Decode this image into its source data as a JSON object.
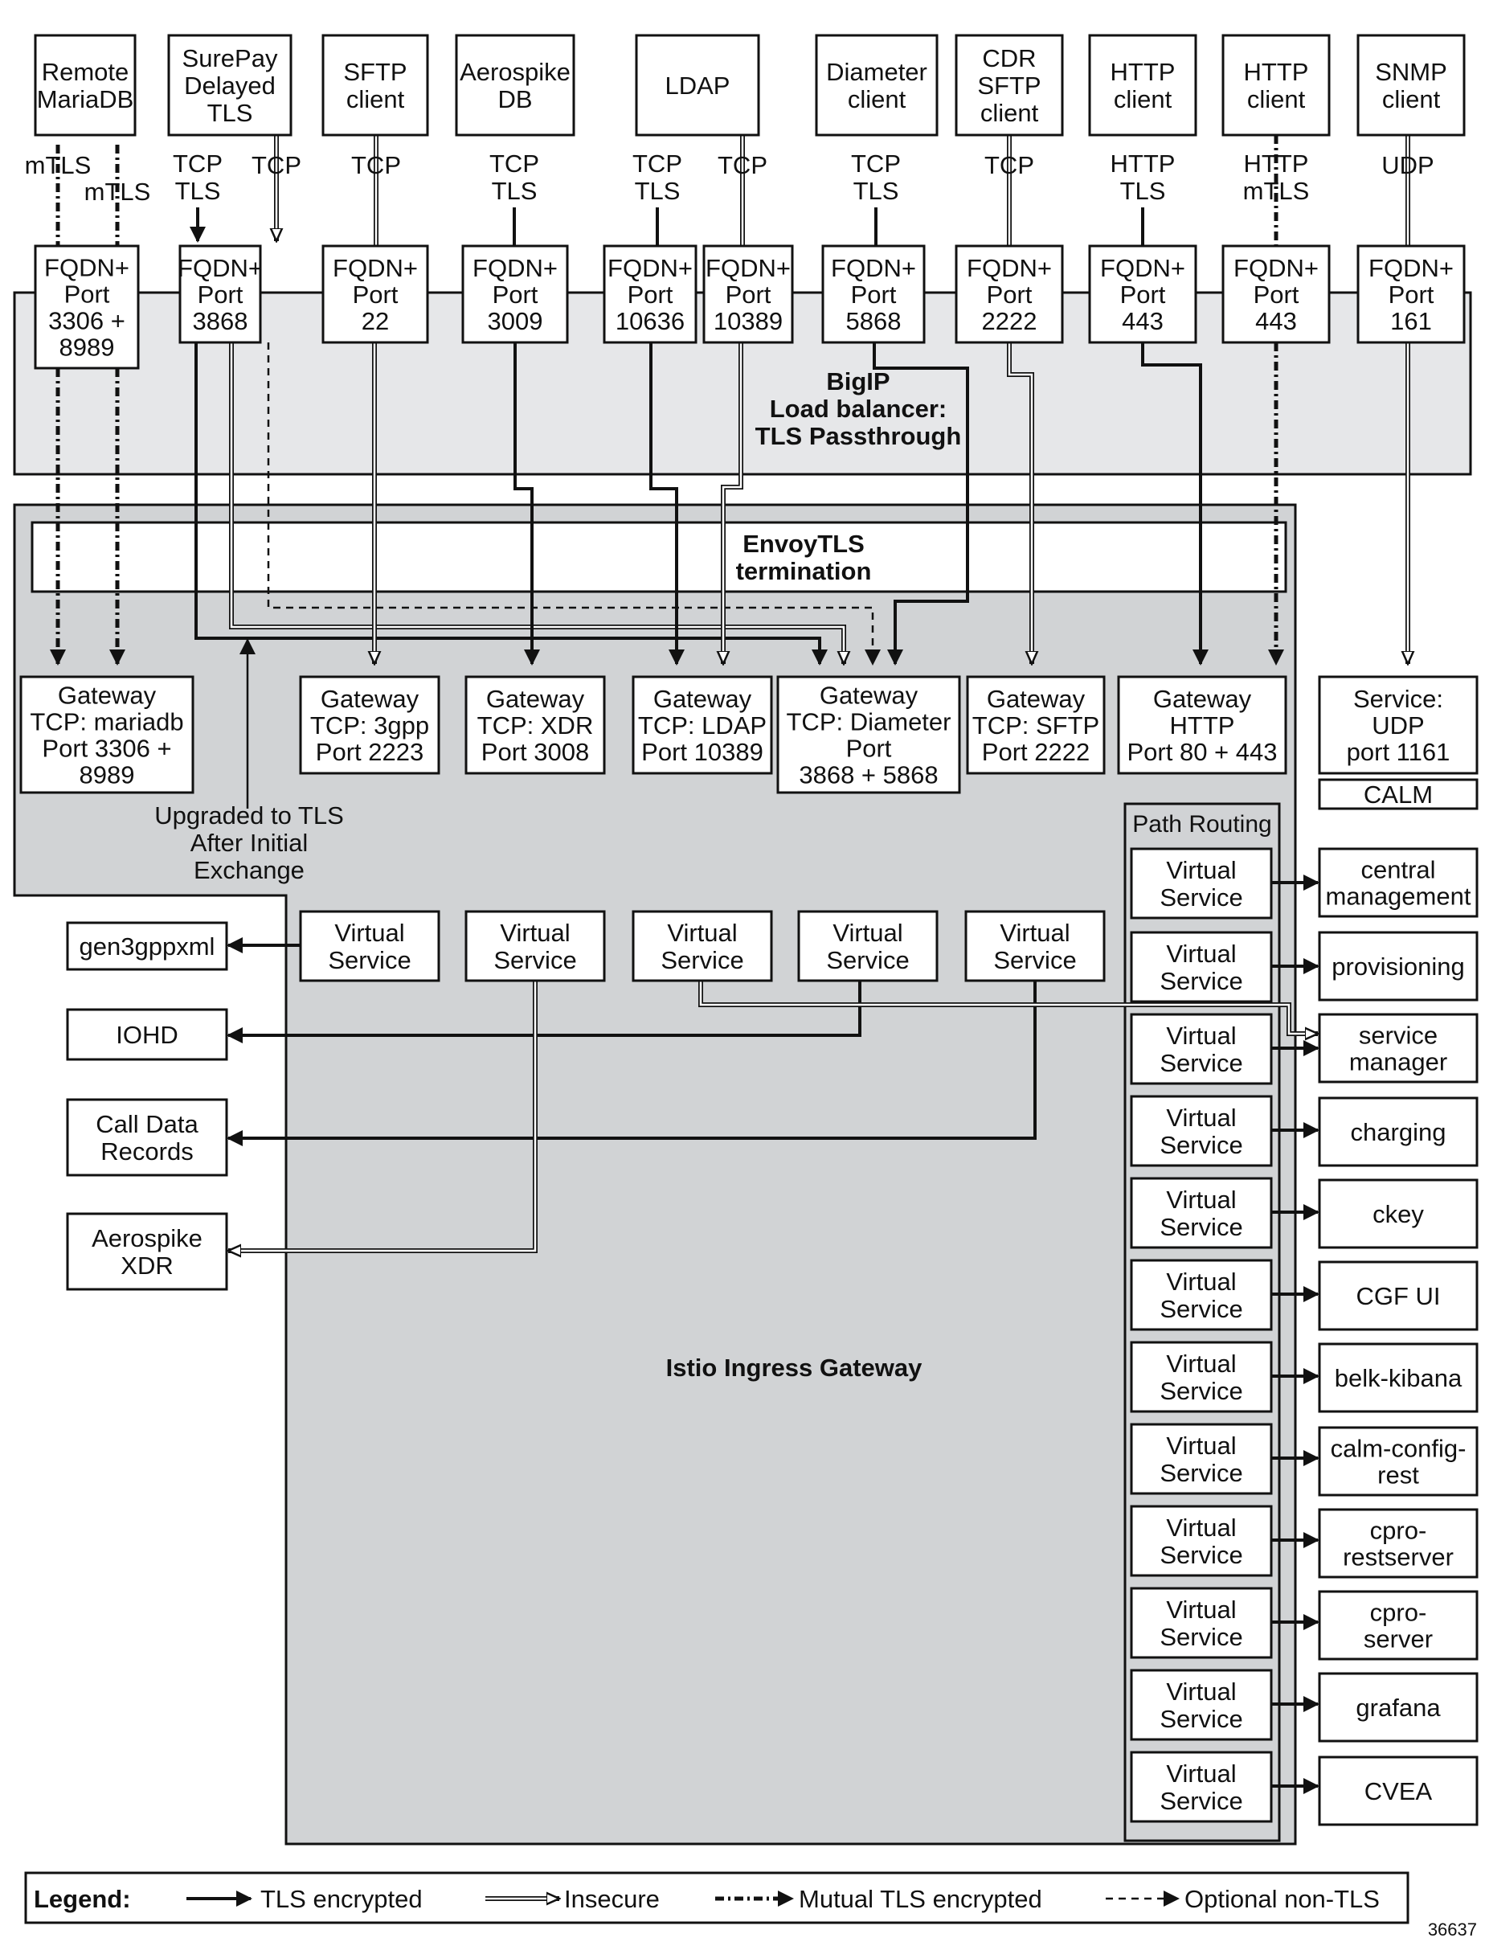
{
  "clients": [
    {
      "lines": [
        "Remote",
        "MariaDB"
      ]
    },
    {
      "lines": [
        "SurePay",
        "Delayed",
        "TLS"
      ]
    },
    {
      "lines": [
        "SFTP",
        "client"
      ]
    },
    {
      "lines": [
        "Aerospike",
        "DB"
      ]
    },
    {
      "lines": [
        "LDAP"
      ]
    },
    {
      "lines": [
        "Diameter",
        "client"
      ]
    },
    {
      "lines": [
        "CDR",
        "SFTP",
        "client"
      ]
    },
    {
      "lines": [
        "HTTP",
        "client"
      ]
    },
    {
      "lines": [
        "HTTP",
        "client"
      ]
    },
    {
      "lines": [
        "SNMP",
        "client"
      ]
    }
  ],
  "protocols": [
    {
      "lines": [
        "mTLS"
      ],
      "link_type": "mutual_tls"
    },
    {
      "lines": [
        "mTLS"
      ],
      "link_type": "mutual_tls"
    },
    {
      "lines": [
        "TCP",
        "TLS"
      ],
      "link_type": "tls"
    },
    {
      "lines": [
        "TCP"
      ],
      "link_type": "insecure"
    },
    {
      "lines": [
        "TCP"
      ],
      "link_type": "insecure"
    },
    {
      "lines": [
        "TCP",
        "TLS"
      ],
      "link_type": "tls"
    },
    {
      "lines": [
        "TCP",
        "TLS"
      ],
      "link_type": "tls"
    },
    {
      "lines": [
        "TCP"
      ],
      "link_type": "insecure"
    },
    {
      "lines": [
        "TCP",
        "TLS"
      ],
      "link_type": "tls"
    },
    {
      "lines": [
        "TCP"
      ],
      "link_type": "insecure"
    },
    {
      "lines": [
        "HTTP",
        "TLS"
      ],
      "link_type": "tls"
    },
    {
      "lines": [
        "HTTP",
        "mTLS"
      ],
      "link_type": "mutual_tls"
    },
    {
      "lines": [
        "UDP"
      ],
      "link_type": "insecure"
    }
  ],
  "fqdn_ports": [
    {
      "lines": [
        "FQDN+",
        "Port",
        "3306 +",
        "8989"
      ]
    },
    {
      "lines": [
        "FQDN+",
        "Port",
        "3868"
      ]
    },
    {
      "lines": [
        "FQDN+",
        "Port",
        "22"
      ]
    },
    {
      "lines": [
        "FQDN+",
        "Port",
        "3009"
      ]
    },
    {
      "lines": [
        "FQDN+",
        "Port",
        "10636"
      ]
    },
    {
      "lines": [
        "FQDN+",
        "Port",
        "10389"
      ]
    },
    {
      "lines": [
        "FQDN+",
        "Port",
        "5868"
      ]
    },
    {
      "lines": [
        "FQDN+",
        "Port",
        "2222"
      ]
    },
    {
      "lines": [
        "FQDN+",
        "Port",
        "443"
      ]
    },
    {
      "lines": [
        "FQDN+",
        "Port",
        "443"
      ]
    },
    {
      "lines": [
        "FQDN+",
        "Port",
        "161"
      ]
    }
  ],
  "bigip": {
    "lines": [
      "BigIP",
      "Load balancer:",
      "TLS Passthrough"
    ]
  },
  "envoy": {
    "lines": [
      "EnvoyTLS",
      "termination"
    ]
  },
  "gateways": [
    {
      "lines": [
        "Gateway",
        "TCP: mariadb",
        "Port 3306 +",
        "8989"
      ]
    },
    {
      "lines": [
        "Gateway",
        "TCP: 3gpp",
        "Port 2223"
      ]
    },
    {
      "lines": [
        "Gateway",
        "TCP: XDR",
        "Port 3008"
      ]
    },
    {
      "lines": [
        "Gateway",
        "TCP: LDAP",
        "Port 10389"
      ]
    },
    {
      "lines": [
        "Gateway",
        "TCP: Diameter",
        "Port",
        "3868 + 5868"
      ]
    },
    {
      "lines": [
        "Gateway",
        "TCP: SFTP",
        "Port 2222"
      ]
    },
    {
      "lines": [
        "Gateway",
        "HTTP",
        "Port 80 + 443"
      ]
    },
    {
      "lines": [
        "Service:",
        "UDP",
        "port 1161"
      ]
    }
  ],
  "upgrade_note": {
    "lines": [
      "Upgraded to TLS",
      "After Initial",
      "Exchange"
    ]
  },
  "virtual_service_label": [
    "Virtual",
    "Service"
  ],
  "backends_left": [
    {
      "lines": [
        "gen3gppxml"
      ]
    },
    {
      "lines": [
        "IOHD"
      ]
    },
    {
      "lines": [
        "Call Data",
        "Records"
      ]
    },
    {
      "lines": [
        "Aerospike",
        "XDR"
      ]
    }
  ],
  "path_routing_label": "Path Routing",
  "services_right": [
    {
      "lines": [
        "CALM"
      ]
    },
    {
      "lines": [
        "central",
        "management"
      ]
    },
    {
      "lines": [
        "provisioning"
      ]
    },
    {
      "lines": [
        "service",
        "manager"
      ]
    },
    {
      "lines": [
        "charging"
      ]
    },
    {
      "lines": [
        "ckey"
      ]
    },
    {
      "lines": [
        "CGF UI"
      ]
    },
    {
      "lines": [
        "belk-kibana"
      ]
    },
    {
      "lines": [
        "calm-config-",
        "rest"
      ]
    },
    {
      "lines": [
        "cpro-",
        "restserver"
      ]
    },
    {
      "lines": [
        "cpro-",
        "server"
      ]
    },
    {
      "lines": [
        "grafana"
      ]
    },
    {
      "lines": [
        "CVEA"
      ]
    }
  ],
  "istio_label": "Istio Ingress Gateway",
  "legend": {
    "title": "Legend:",
    "items": [
      {
        "label": "TLS encrypted",
        "link_type": "tls"
      },
      {
        "label": "Insecure",
        "link_type": "insecure"
      },
      {
        "label": "Mutual TLS encrypted",
        "link_type": "mutual_tls"
      },
      {
        "label": "Optional non-TLS",
        "link_type": "optional"
      }
    ]
  },
  "figure_id": "36637",
  "colors": {
    "line": "#111111",
    "bigip_fill": "#e6e7e9",
    "istio_fill": "#d1d3d5",
    "box_fill": "#ffffff"
  }
}
